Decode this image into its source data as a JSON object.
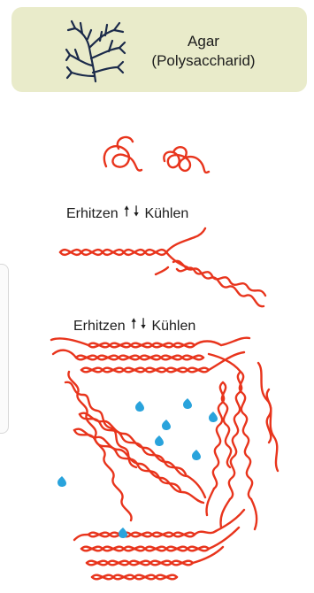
{
  "header": {
    "line1": "Agar",
    "line2": "(Polysaccharid)",
    "icon": "seaweed-icon",
    "background": "#e9ebca"
  },
  "transitions": [
    {
      "left_label": "Erhitzen",
      "right_label": "Kühlen",
      "up_arrow": "🠕",
      "down_arrow": "🠗"
    },
    {
      "left_label": "Erhitzen",
      "right_label": "Kühlen",
      "up_arrow": "🠕",
      "down_arrow": "🠗"
    }
  ],
  "colors": {
    "chain": "#e8341c",
    "water": "#29a3dc",
    "text": "#1d1d1d"
  }
}
